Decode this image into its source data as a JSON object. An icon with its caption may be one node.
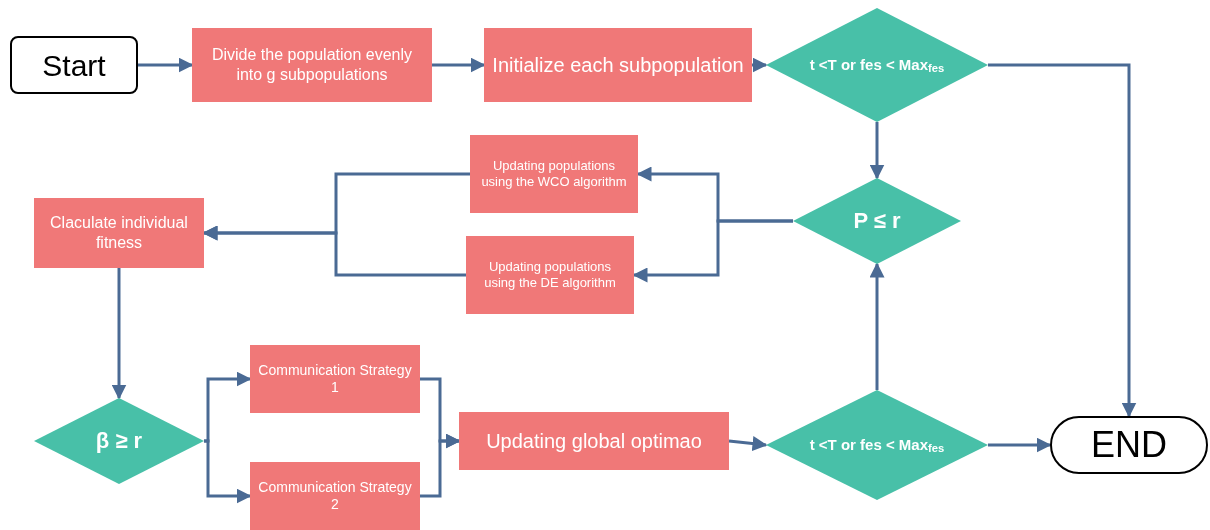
{
  "diagram": {
    "nodes": [
      {
        "text": [
          "Start"
        ]
      },
      {
        "text": [
          "Divide the population evenly into g subpopulations"
        ]
      },
      {
        "text": [
          "Initialize each subpopulation"
        ]
      },
      {
        "text": [
          "t <T or fes < Max$_{fes}$"
        ]
      },
      {
        "text": [
          "P ≤ r"
        ]
      },
      {
        "text": [
          "Updating populations using the WCO algorithm"
        ]
      },
      {
        "text": [
          "Updating populations using the DE algorithm"
        ]
      },
      {
        "text": [
          "Claculate individual fitness"
        ]
      },
      {
        "text": [
          "β ≥ r"
        ]
      },
      {
        "text": [
          "Communication Strategy 1"
        ]
      },
      {
        "text": [
          "Communication Strategy 2"
        ]
      },
      {
        "text": [
          "Updating global optimao"
        ]
      },
      {
        "text": [
          "t <T or fes < Max$_{fes}$"
        ]
      },
      {
        "text": [
          "END"
        ]
      }
    ],
    "edges": [
      {
        "from": 0,
        "to": 1,
        "arrow": "to"
      },
      {
        "from": 1,
        "to": 2,
        "arrow": "to"
      },
      {
        "from": 2,
        "to": 3,
        "arrow": "to"
      },
      {
        "from": 3,
        "to": 13,
        "arrow": "to"
      },
      {
        "from": 3,
        "to": 4,
        "arrow": "to"
      },
      {
        "from": 4,
        "to": 5,
        "arrow": "to"
      },
      {
        "from": 4,
        "to": 6,
        "arrow": "to"
      },
      {
        "from": 5,
        "to": 7,
        "arrow": "to"
      },
      {
        "from": 6,
        "to": 7,
        "arrow": "to"
      },
      {
        "from": 7,
        "to": 8,
        "arrow": "to"
      },
      {
        "from": 8,
        "to": 9,
        "arrow": "to"
      },
      {
        "from": 8,
        "to": 10,
        "arrow": "to"
      },
      {
        "from": 9,
        "to": 11,
        "arrow": "to"
      },
      {
        "from": 10,
        "to": 11,
        "arrow": "to"
      },
      {
        "from": 11,
        "to": 12,
        "arrow": "to"
      },
      {
        "from": 12,
        "to": 13,
        "arrow": "to"
      },
      {
        "from": 12,
        "to": 4,
        "arrow": "to"
      }
    ]
  }
}
